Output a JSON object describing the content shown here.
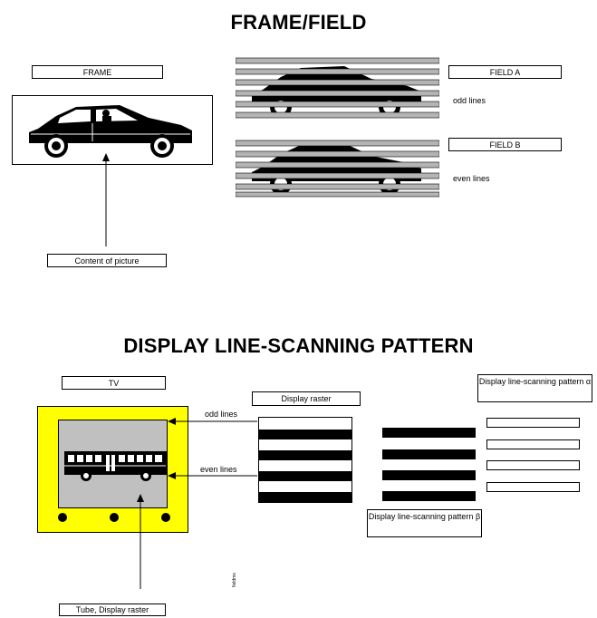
{
  "section1": {
    "title": "FRAME/FIELD",
    "frame_label": "FRAME",
    "field_a_label": "FIELD A",
    "field_a_note": "odd lines",
    "field_b_label": "FIELD B",
    "field_b_note": "even lines",
    "content_label": "Content of picture"
  },
  "section2": {
    "title": "DISPLAY LINE-SCANNING PATTERN",
    "tv_label": "TV",
    "display_raster_label": "Display raster",
    "odd_lines": "odd lines",
    "even_lines": "even lines",
    "tube_label": "Tube, Display raster",
    "pattern_alpha_label": "Display line-scanning pattern α",
    "pattern_beta_label": "Display line-scanning pattern β",
    "side_code": "fieldms"
  },
  "colors": {
    "tv_frame": "#ffff00",
    "screen": "#c0c0c0",
    "field_stripe": "#b4b4b4"
  }
}
